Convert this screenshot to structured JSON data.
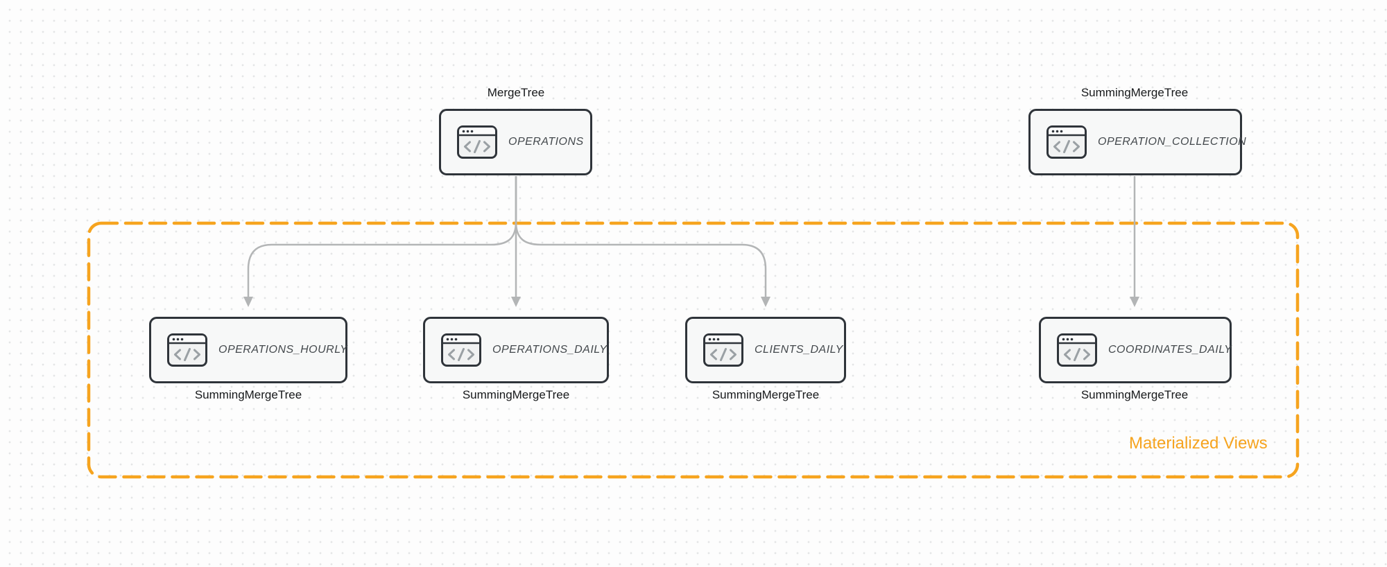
{
  "diagram": {
    "group": {
      "label": "Materialized Views"
    },
    "colors": {
      "group_border_orange": "#F6A41F",
      "group_label_orange": "#F6A41F",
      "node_border": "#2F343A",
      "node_fill": "#F7F8F8",
      "arrow_gray": "#B3B5B6",
      "node_title_text": "#43484C",
      "engine_label_text": "#16181A"
    },
    "icons": {
      "node_icon": "code-window-icon"
    },
    "nodes": [
      {
        "id": "operations",
        "title": "OPERATIONS",
        "engine": "MergeTree",
        "engine_position": "top"
      },
      {
        "id": "operation_collection",
        "title": "OPERATION_COLLECTION",
        "engine": "SummingMergeTree",
        "engine_position": "top"
      },
      {
        "id": "operations_hourly",
        "title": "OPERATIONS_HOURLY",
        "engine": "SummingMergeTree",
        "engine_position": "bottom"
      },
      {
        "id": "operations_daily",
        "title": "OPERATIONS_DAILY",
        "engine": "SummingMergeTree",
        "engine_position": "bottom"
      },
      {
        "id": "clients_daily",
        "title": "CLIENTS_DAILY",
        "engine": "SummingMergeTree",
        "engine_position": "bottom"
      },
      {
        "id": "coordinates_daily",
        "title": "COORDINATES_DAILY",
        "engine": "SummingMergeTree",
        "engine_position": "bottom"
      }
    ],
    "edges": [
      {
        "from": "operations",
        "to": "operations_hourly"
      },
      {
        "from": "operations",
        "to": "operations_daily"
      },
      {
        "from": "operations",
        "to": "clients_daily"
      },
      {
        "from": "operation_collection",
        "to": "coordinates_daily"
      }
    ]
  }
}
